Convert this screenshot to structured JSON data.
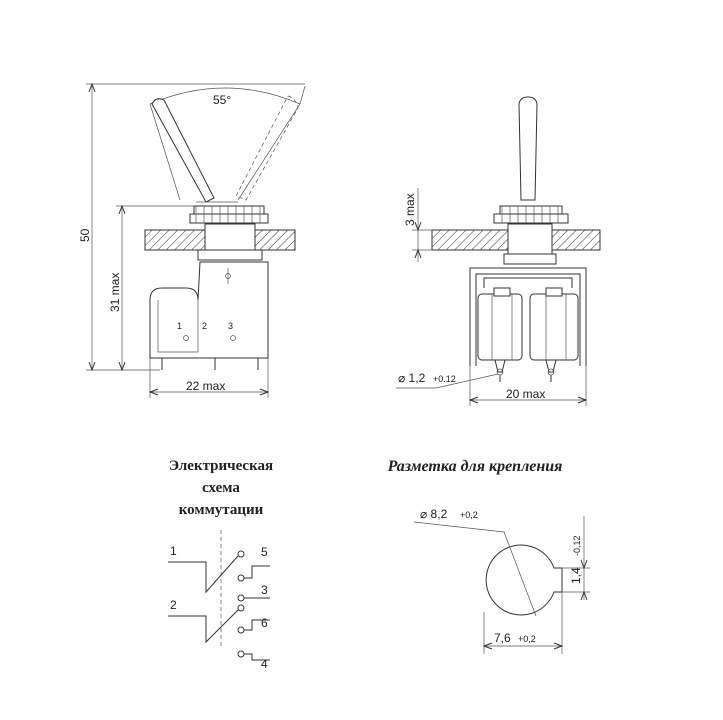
{
  "side_view": {
    "angle_label": "55°",
    "height_total": "50",
    "height_body": "31 max",
    "width_body": "22 max",
    "terminals": [
      "1",
      "2",
      "3"
    ]
  },
  "front_view": {
    "thread_height": "3 max",
    "pin_diameter": "⌀ 1,2",
    "pin_tolerance": "+0.12",
    "width_body": "20 max"
  },
  "schematic": {
    "title_lines": [
      "Электрическая",
      "схема",
      "коммутации"
    ],
    "labels": [
      "1",
      "2",
      "5",
      "3",
      "6",
      "4"
    ]
  },
  "mounting": {
    "title": "Разметка для крепления",
    "hole_diameter": "⌀ 8,2",
    "hole_tolerance": "+0,2",
    "key_width": "1,4",
    "key_tolerance": "-0,12",
    "hole_flat": "7,6",
    "flat_tolerance": "+0,2"
  }
}
